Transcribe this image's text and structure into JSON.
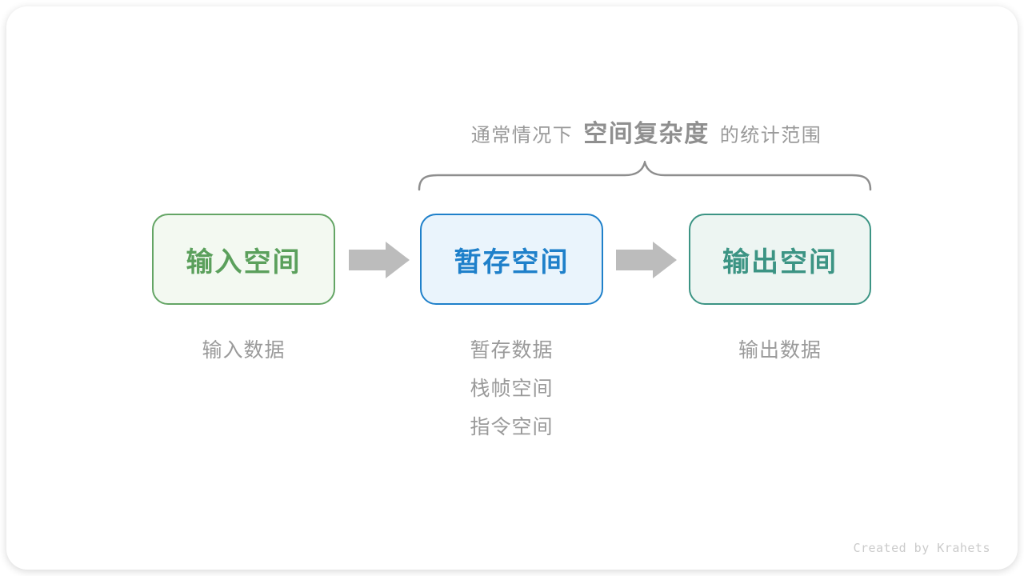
{
  "title": {
    "prefix": "通常情况下",
    "highlight": "空间复杂度",
    "suffix": "的统计范围"
  },
  "boxes": [
    {
      "label": "输入空间",
      "text_color": "#5BA05C",
      "border_color": "#64A565",
      "bg_color": "#F3F9F1",
      "notes": [
        "输入数据"
      ]
    },
    {
      "label": "暂存空间",
      "text_color": "#1F80CA",
      "border_color": "#1F80CA",
      "bg_color": "#EAF4FC",
      "notes": [
        "暂存数据",
        "栈帧空间",
        "指令空间"
      ]
    },
    {
      "label": "输出空间",
      "text_color": "#3C9484",
      "border_color": "#3C9484",
      "bg_color": "#EDF5F2",
      "notes": [
        "输出数据"
      ]
    }
  ],
  "colors": {
    "card_bg": "#FFFFFF",
    "title_text": "#9A9A9A",
    "title_highlight": "#8F8F8F",
    "note_text": "#9A9A9A",
    "arrow": "#BCBCBC",
    "brace": "#8E8E8E",
    "credit_text": "#CBCBCB"
  },
  "credit": "Created by Krahets"
}
